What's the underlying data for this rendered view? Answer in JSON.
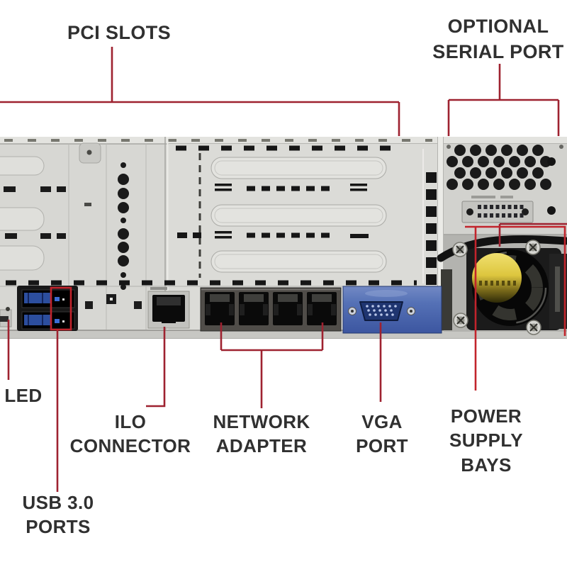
{
  "figure": {
    "description": "Rear panel diagram of a rack server with callout labels"
  },
  "colors": {
    "leader_line": "#9e2230",
    "highlight_box": "#c2242c",
    "chassis_gray": "#d7d7d3",
    "vga_blue": "#4a63ae",
    "usb_tongue_blue": "#2c4e9e",
    "fan_cap_yellow": "#ddc63e",
    "label_text": "#303030"
  },
  "labels": {
    "pci_slots": "PCI SLOTS",
    "optional_serial_port": {
      "line1": "OPTIONAL",
      "line2": "SERIAL PORT"
    },
    "led": "LED",
    "ilo_connector": {
      "line1": "ILO",
      "line2": "CONNECTOR"
    },
    "network_adapter": {
      "line1": "NETWORK",
      "line2": "ADAPTER"
    },
    "vga_port": {
      "line1": "VGA",
      "line2": "PORT"
    },
    "power_supply_bays": {
      "line1": "POWER",
      "line2": "SUPPLY",
      "line3": "BAYS"
    },
    "usb_ports": {
      "line1": "USB 3.0",
      "line2": "PORTS"
    }
  }
}
